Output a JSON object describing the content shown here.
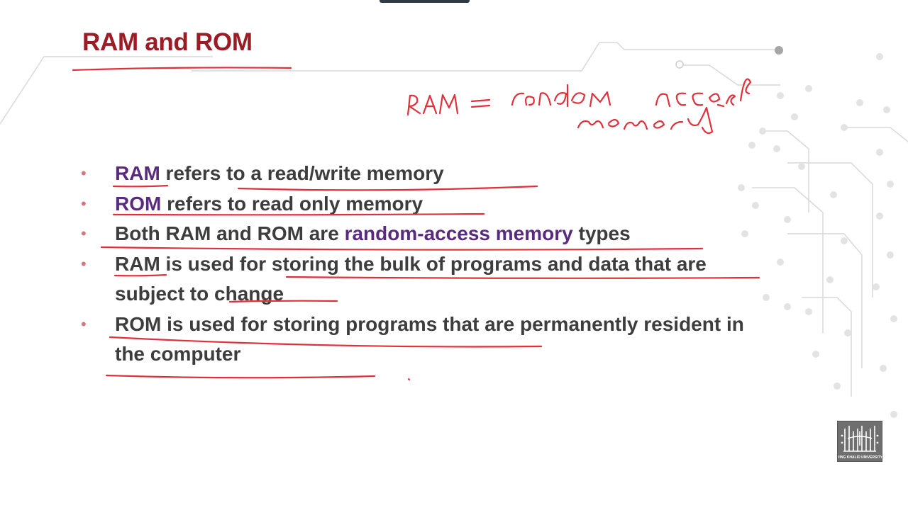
{
  "slide": {
    "title": "RAM and ROM",
    "bullets": [
      {
        "lead": "RAM",
        "rest": " refers to a read/write memory"
      },
      {
        "lead": "ROM",
        "rest": " refers to read only memory"
      },
      {
        "pre": "Both RAM and ROM are ",
        "highlight": "random-access memory",
        "post": " types"
      },
      {
        "text": "RAM is used for storing the bulk of programs and data that are subject to change"
      },
      {
        "text": "ROM is used for storing programs that are permanently resident in the computer"
      }
    ],
    "bullet_glyph": "•"
  },
  "colors": {
    "title": "#9b1c24",
    "highlight": "#5a2a7e",
    "body_text": "#3d3d3d",
    "ink": "#e0303a",
    "bullet": "#d4767c"
  },
  "logo": {
    "name": "king-khalid-university-logo",
    "text": "KING KHALID UNIVERSITY"
  }
}
